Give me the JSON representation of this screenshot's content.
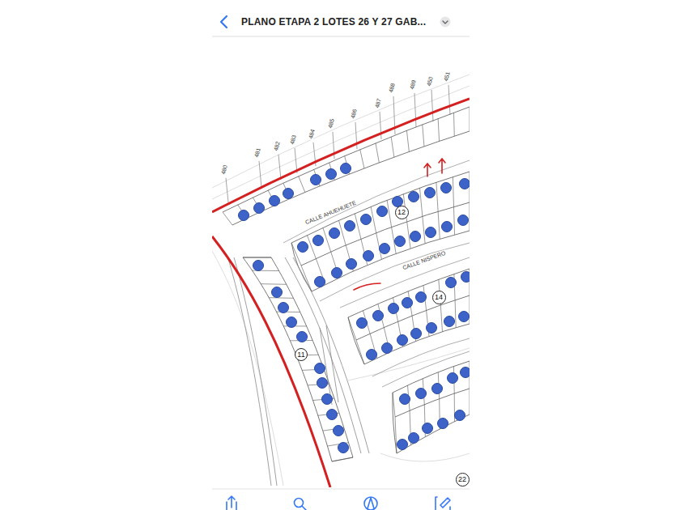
{
  "diagram": {
    "title": "PLANO ETAPA 2 LOTES 26 Y 27 GAB...",
    "nodes": [
      {
        "text": [
          "12"
        ]
      },
      {
        "text": [
          "14"
        ]
      },
      {
        "text": [
          "11"
        ]
      },
      {
        "text": [
          "22"
        ]
      }
    ],
    "labels": [
      "480",
      "481",
      "482",
      "483",
      "484",
      "485",
      "486",
      "487",
      "488",
      "489",
      "450",
      "451",
      "CALLE AHUEHUETE",
      "CALLE NISPERO"
    ]
  }
}
